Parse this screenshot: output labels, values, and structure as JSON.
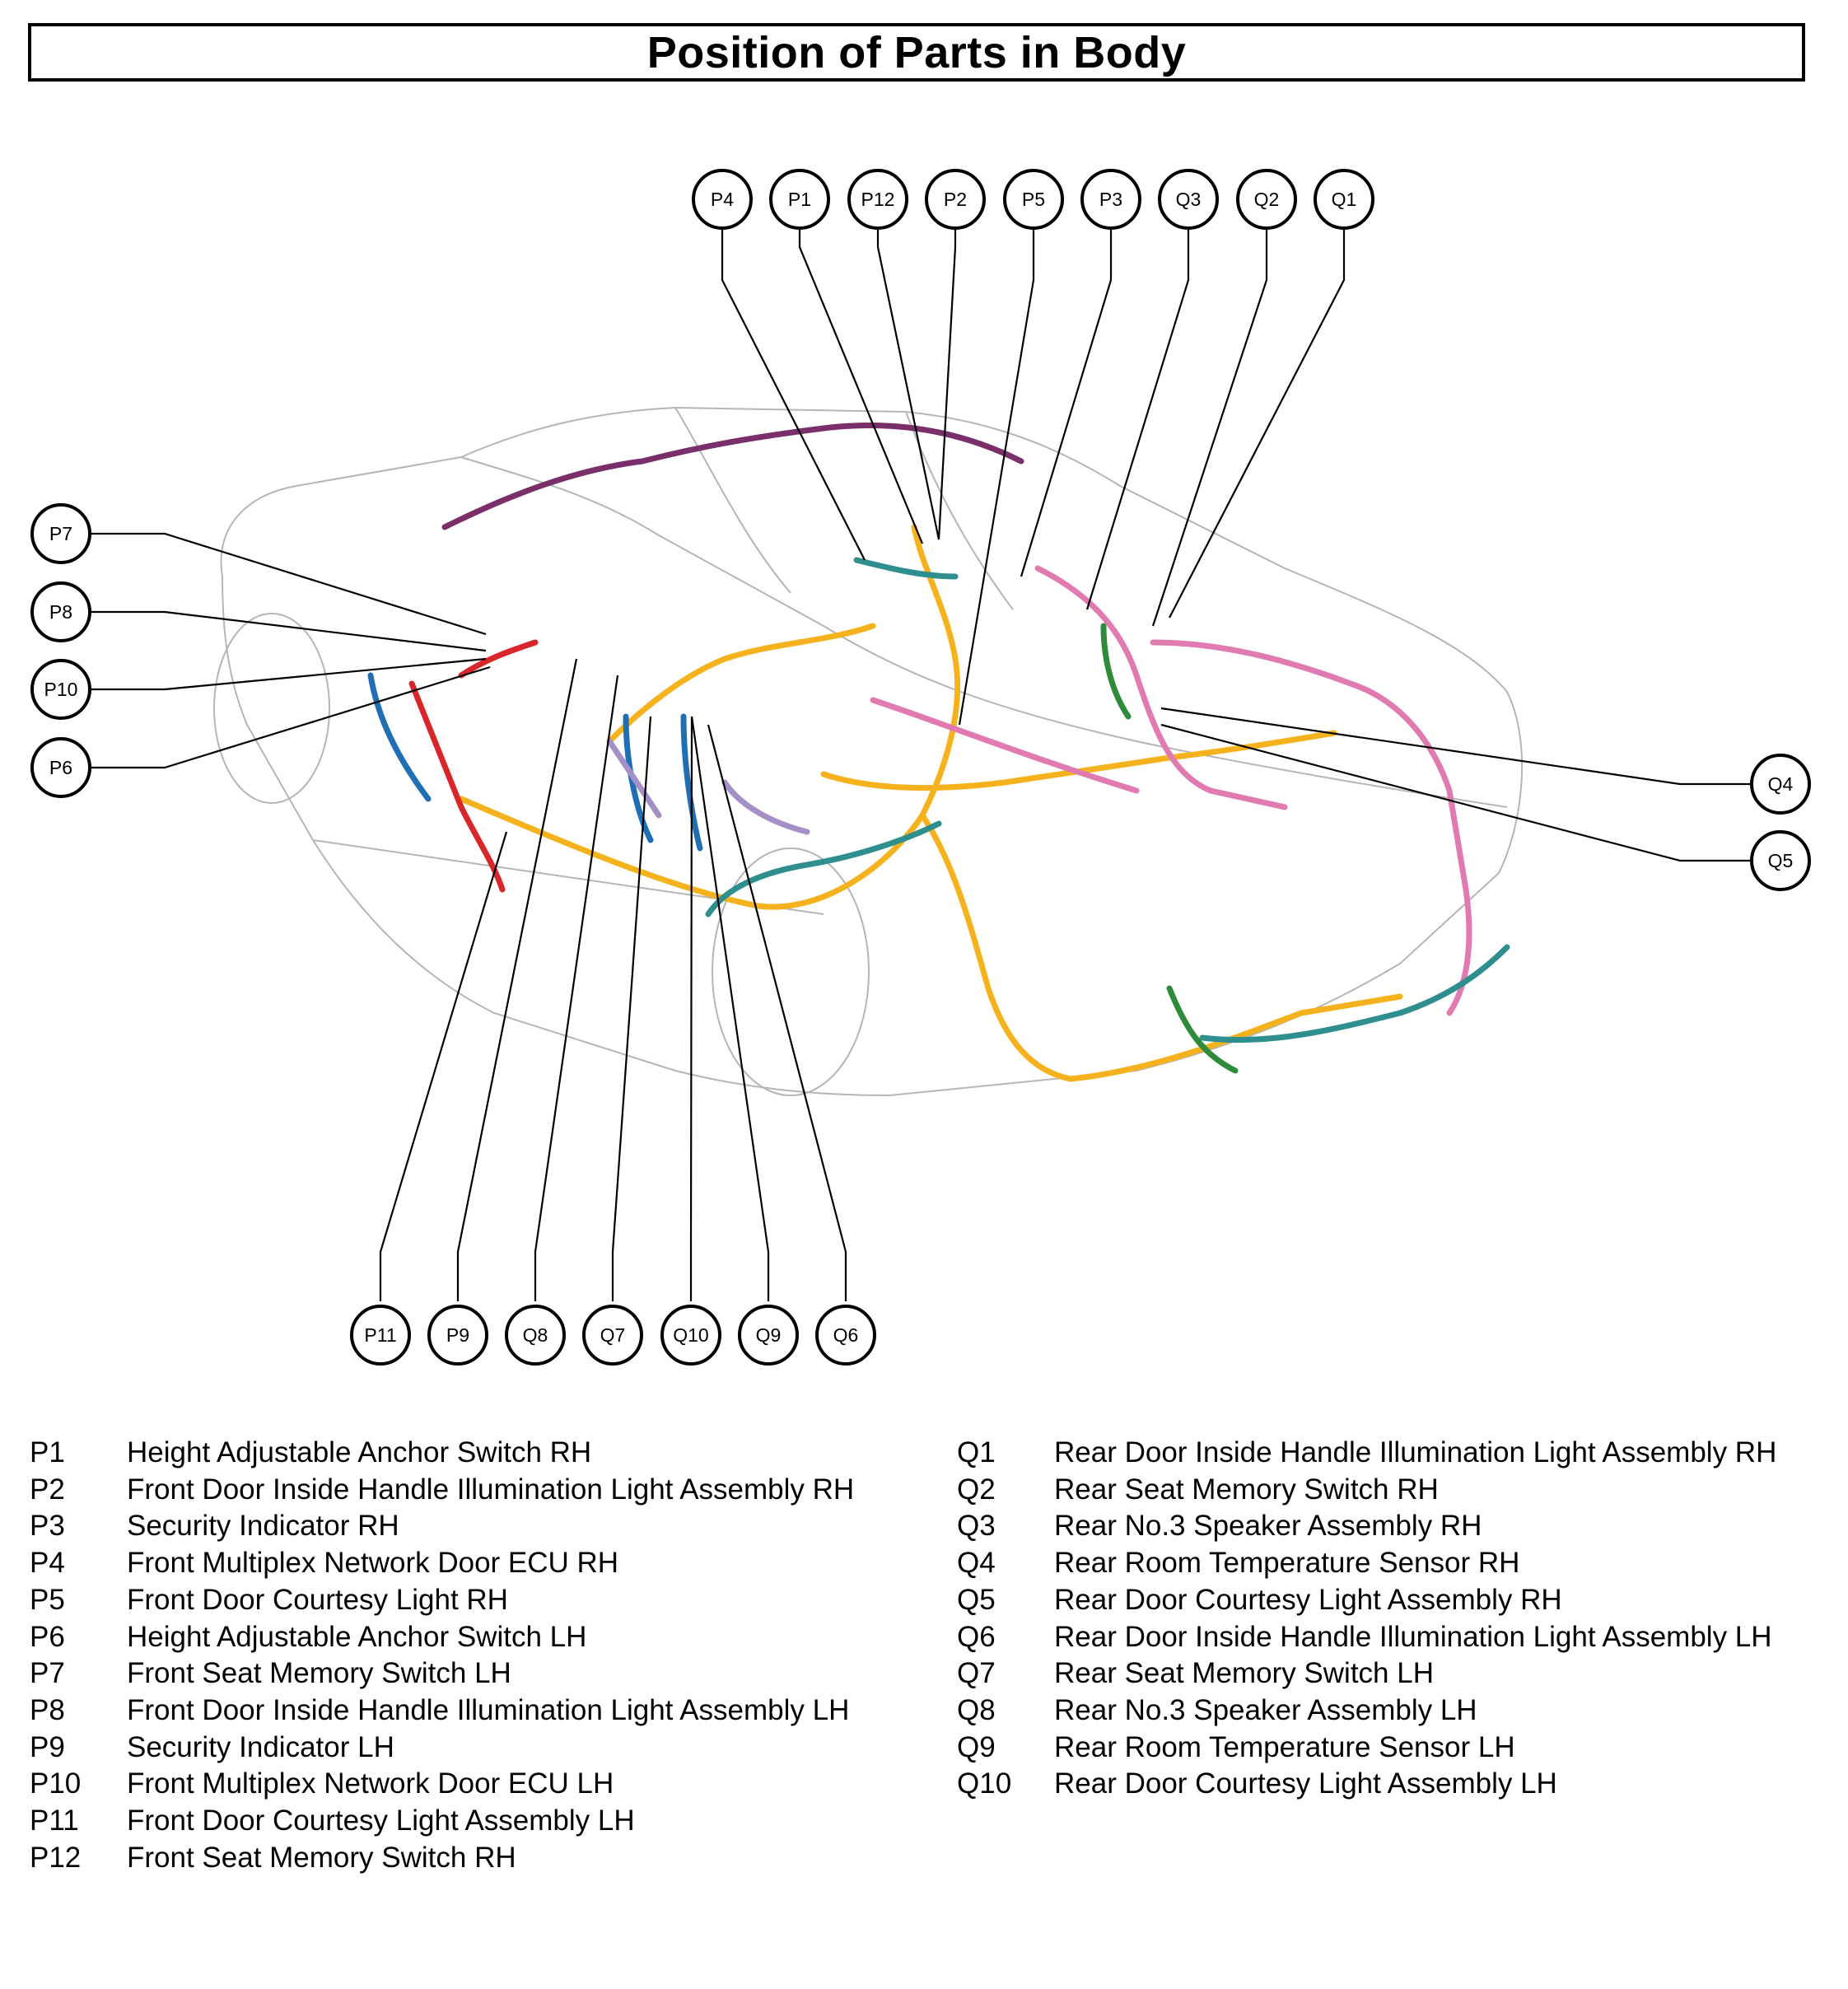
{
  "title": "Position of Parts in Body",
  "callouts": {
    "top": [
      "P4",
      "P1",
      "P12",
      "P2",
      "P5",
      "P3",
      "Q3",
      "Q2",
      "Q1"
    ],
    "left": [
      "P7",
      "P8",
      "P10",
      "P6"
    ],
    "right": [
      "Q4",
      "Q5"
    ],
    "bottom": [
      "P11",
      "P9",
      "Q8",
      "Q7",
      "Q10",
      "Q9",
      "Q6"
    ]
  },
  "legend": {
    "left": [
      {
        "code": "P1",
        "desc": "Height Adjustable Anchor Switch RH"
      },
      {
        "code": "P2",
        "desc": "Front Door Inside Handle Illumination Light Assembly RH"
      },
      {
        "code": "P3",
        "desc": "Security Indicator RH"
      },
      {
        "code": "P4",
        "desc": "Front Multiplex Network Door ECU RH"
      },
      {
        "code": "P5",
        "desc": "Front Door Courtesy Light RH"
      },
      {
        "code": "P6",
        "desc": "Height Adjustable Anchor Switch LH"
      },
      {
        "code": "P7",
        "desc": "Front Seat Memory Switch LH"
      },
      {
        "code": "P8",
        "desc": "Front Door Inside Handle Illumination Light Assembly LH"
      },
      {
        "code": "P9",
        "desc": "Security Indicator LH"
      },
      {
        "code": "P10",
        "desc": "Front Multiplex Network Door ECU LH"
      },
      {
        "code": "P11",
        "desc": "Front Door Courtesy Light Assembly LH"
      },
      {
        "code": "P12",
        "desc": "Front Seat Memory Switch RH"
      }
    ],
    "right": [
      {
        "code": "Q1",
        "desc": "Rear Door Inside Handle Illumination Light Assembly RH"
      },
      {
        "code": "Q2",
        "desc": "Rear Seat Memory Switch RH"
      },
      {
        "code": "Q3",
        "desc": "Rear No.3 Speaker Assembly RH"
      },
      {
        "code": "Q4",
        "desc": "Rear Room Temperature Sensor RH"
      },
      {
        "code": "Q5",
        "desc": "Rear Door Courtesy Light Assembly RH"
      },
      {
        "code": "Q6",
        "desc": "Rear Door Inside Handle Illumination Light Assembly LH"
      },
      {
        "code": "Q7",
        "desc": "Rear Seat Memory Switch LH"
      },
      {
        "code": "Q8",
        "desc": "Rear No.3 Speaker Assembly LH"
      },
      {
        "code": "Q9",
        "desc": "Rear Room Temperature Sensor LH"
      },
      {
        "code": "Q10",
        "desc": "Rear Door Courtesy Light Assembly LH"
      }
    ]
  },
  "harness_colors": {
    "orange": "#f5b21c",
    "pink": "#e07ab0",
    "purple": "#7a2f6b",
    "teal": "#2f8f8f",
    "green": "#2e8b3a",
    "red": "#d9262b",
    "blue": "#1f6fb5",
    "lavender": "#a58fc9"
  }
}
